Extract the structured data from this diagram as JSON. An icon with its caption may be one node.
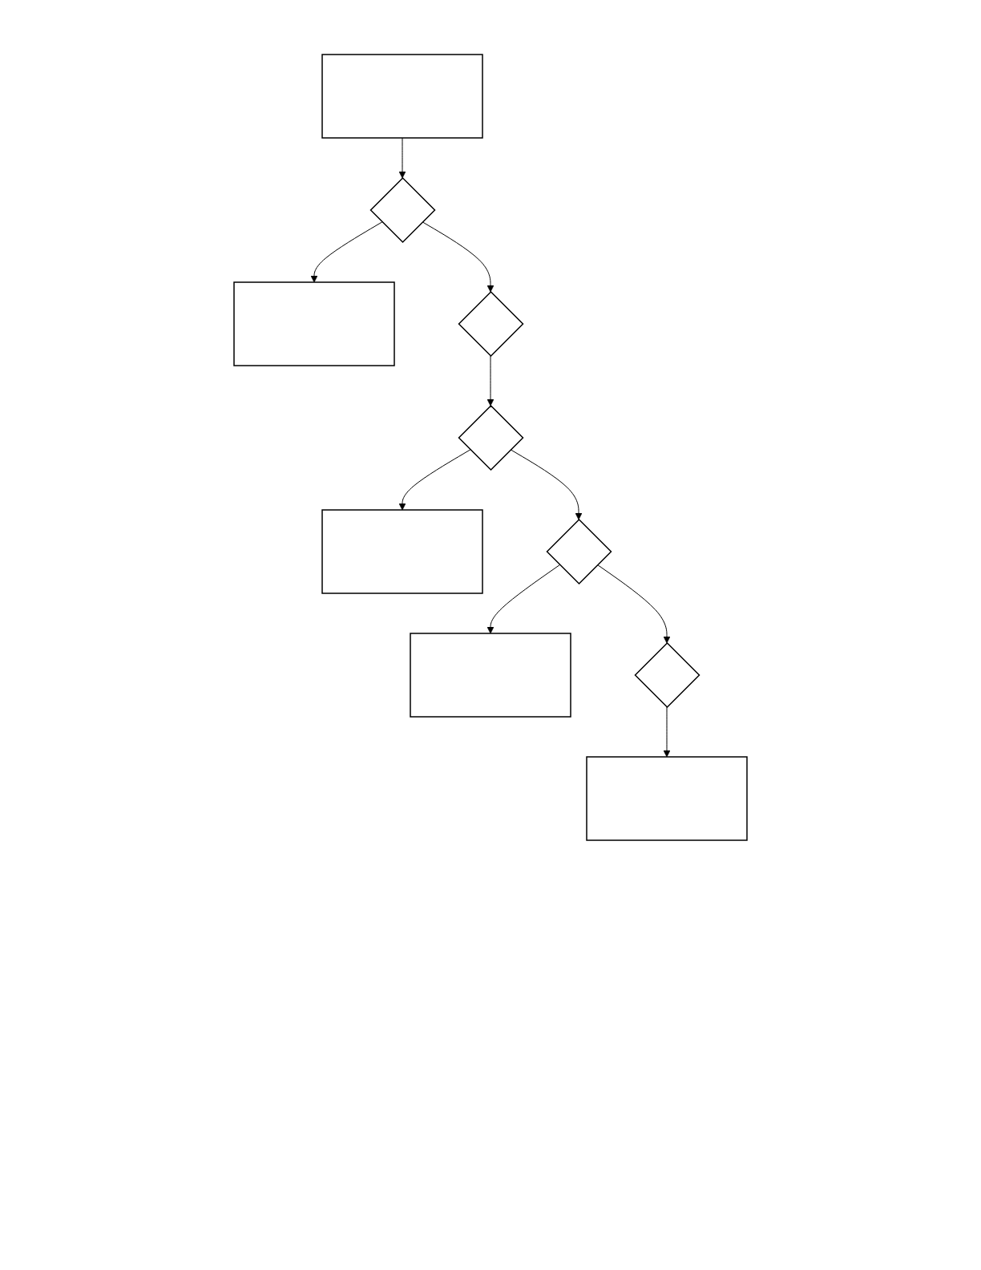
{
  "diagram": {
    "nodes": [
      {
        "text": [],
        "shape": "box"
      },
      {
        "text": [],
        "shape": "diamond"
      },
      {
        "text": [],
        "shape": "box"
      },
      {
        "text": [],
        "shape": "diamond"
      },
      {
        "text": [],
        "shape": "diamond"
      },
      {
        "text": [],
        "shape": "box"
      },
      {
        "text": [],
        "shape": "diamond"
      },
      {
        "text": [],
        "shape": "box"
      },
      {
        "text": [],
        "shape": "diamond"
      },
      {
        "text": [],
        "shape": "box"
      }
    ],
    "edges": [
      {
        "from": 0,
        "to": 1,
        "arrow": "to"
      },
      {
        "from": 1,
        "to": 2,
        "arrow": "to"
      },
      {
        "from": 1,
        "to": 3,
        "arrow": "to"
      },
      {
        "from": 3,
        "to": 4,
        "arrow": "to"
      },
      {
        "from": 4,
        "to": 5,
        "arrow": "to"
      },
      {
        "from": 4,
        "to": 6,
        "arrow": "to"
      },
      {
        "from": 6,
        "to": 7,
        "arrow": "to"
      },
      {
        "from": 6,
        "to": 8,
        "arrow": "to"
      },
      {
        "from": 8,
        "to": 9,
        "arrow": "to"
      }
    ]
  }
}
